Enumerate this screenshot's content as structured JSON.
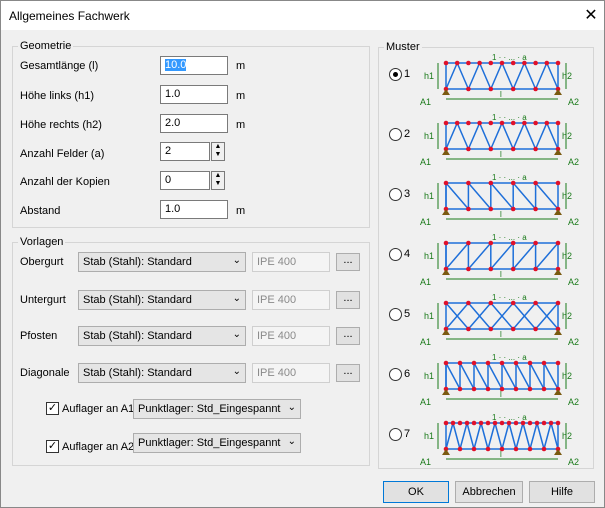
{
  "window": {
    "title": "Allgemeines Fachwerk",
    "close_glyph": "✕"
  },
  "geometrie": {
    "legend": "Geometrie",
    "gesamtlaenge": {
      "label": "Gesamtlänge (l)",
      "value": "10.0",
      "unit": "m"
    },
    "hoehe_links": {
      "label": "Höhe links (h1)",
      "value": "1.0",
      "unit": "m"
    },
    "hoehe_rechts": {
      "label": "Höhe rechts (h2)",
      "value": "2.0",
      "unit": "m"
    },
    "anzahl_felder": {
      "label": "Anzahl Felder (a)",
      "value": "2"
    },
    "anzahl_kopien": {
      "label": "Anzahl der Kopien",
      "value": "0"
    },
    "abstand": {
      "label": "Abstand",
      "value": "1.0",
      "unit": "m"
    }
  },
  "vorlagen": {
    "legend": "Vorlagen",
    "rows": [
      {
        "label": "Obergurt",
        "combo": "Stab (Stahl): Standard",
        "section": "IPE 400",
        "dots": "..."
      },
      {
        "label": "Untergurt",
        "combo": "Stab (Stahl): Standard",
        "section": "IPE 400",
        "dots": "..."
      },
      {
        "label": "Pfosten",
        "combo": "Stab (Stahl): Standard",
        "section": "IPE 400",
        "dots": "..."
      },
      {
        "label": "Diagonale",
        "combo": "Stab (Stahl): Standard",
        "section": "IPE 400",
        "dots": "..."
      }
    ],
    "auflager_a1": {
      "label": "Auflager an A1",
      "checked": true,
      "value": "Punktlager: Std_Eingespannt"
    },
    "auflager_a2": {
      "label": "Auflager an A2",
      "checked": true,
      "value": "Punktlager: Std_Eingespannt"
    }
  },
  "muster": {
    "legend": "Muster",
    "selected": "1",
    "diagram_labels": {
      "h1": "h1",
      "h2": "h2",
      "a1": "A1",
      "a2": "A2",
      "l": "l",
      "a": "a",
      "one": "1",
      "dots": "..."
    },
    "options": [
      {
        "label": "1",
        "style": "warren-v"
      },
      {
        "label": "2",
        "style": "warren-pairs"
      },
      {
        "label": "3",
        "style": "pratt"
      },
      {
        "label": "4",
        "style": "howe"
      },
      {
        "label": "5",
        "style": "cross"
      },
      {
        "label": "6",
        "style": "k-truss"
      },
      {
        "label": "7",
        "style": "dense"
      }
    ]
  },
  "buttons": {
    "ok": "OK",
    "cancel": "Abbrechen",
    "help": "Hilfe"
  },
  "colors": {
    "member": "#1e6fd9",
    "node": "#e0112b",
    "dim": "#1a7a1a",
    "support": "#7a5a10"
  }
}
